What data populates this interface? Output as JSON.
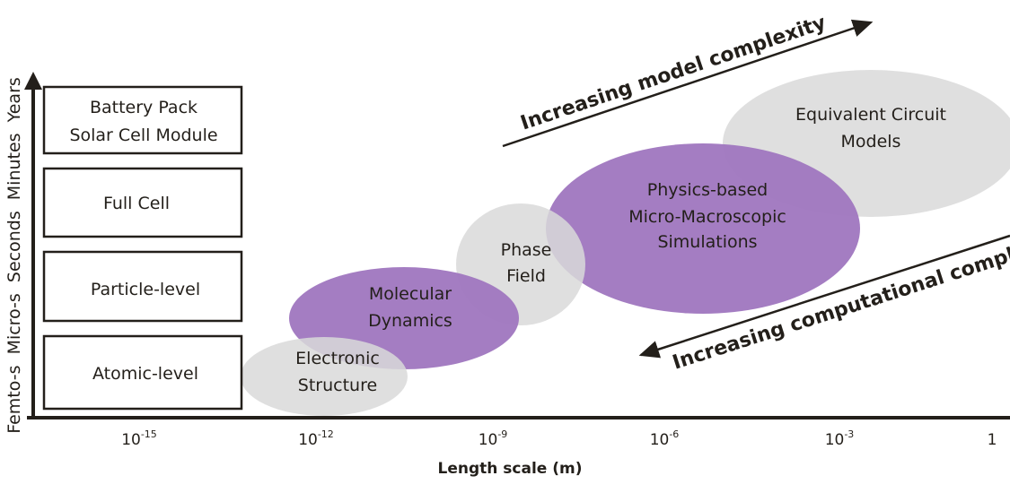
{
  "colors": {
    "purple": "#9f76bf",
    "gray": "#d9d9d9",
    "ink": "#231f1a"
  },
  "y_axis": {
    "label": "Femto-s  Micro-s  Seconds  Minutes  Years"
  },
  "x_axis": {
    "title": "Length scale (m)",
    "ticks": [
      {
        "base": "10",
        "exp": "-15"
      },
      {
        "base": "10",
        "exp": "-12"
      },
      {
        "base": "10",
        "exp": "-9"
      },
      {
        "base": "10",
        "exp": "-6"
      },
      {
        "base": "10",
        "exp": "-3"
      },
      {
        "base": "1",
        "exp": ""
      }
    ]
  },
  "levels": [
    {
      "line1": "Battery Pack",
      "line2": "Solar Cell Module"
    },
    {
      "line1": "Full Cell",
      "line2": ""
    },
    {
      "line1": "Particle-level",
      "line2": ""
    },
    {
      "line1": "Atomic-level",
      "line2": ""
    }
  ],
  "methods": [
    {
      "line1": "Electronic",
      "line2": "Structure",
      "line3": ""
    },
    {
      "line1": "Molecular",
      "line2": "Dynamics",
      "line3": ""
    },
    {
      "line1": "Phase",
      "line2": "Field",
      "line3": ""
    },
    {
      "line1": "Physics-based",
      "line2": "Micro-Macroscopic",
      "line3": "Simulations"
    },
    {
      "line1": "Equivalent Circuit",
      "line2": "Models",
      "line3": ""
    }
  ],
  "arrows": {
    "model": "Increasing model complexity",
    "computational": "Increasing computational complexity"
  }
}
